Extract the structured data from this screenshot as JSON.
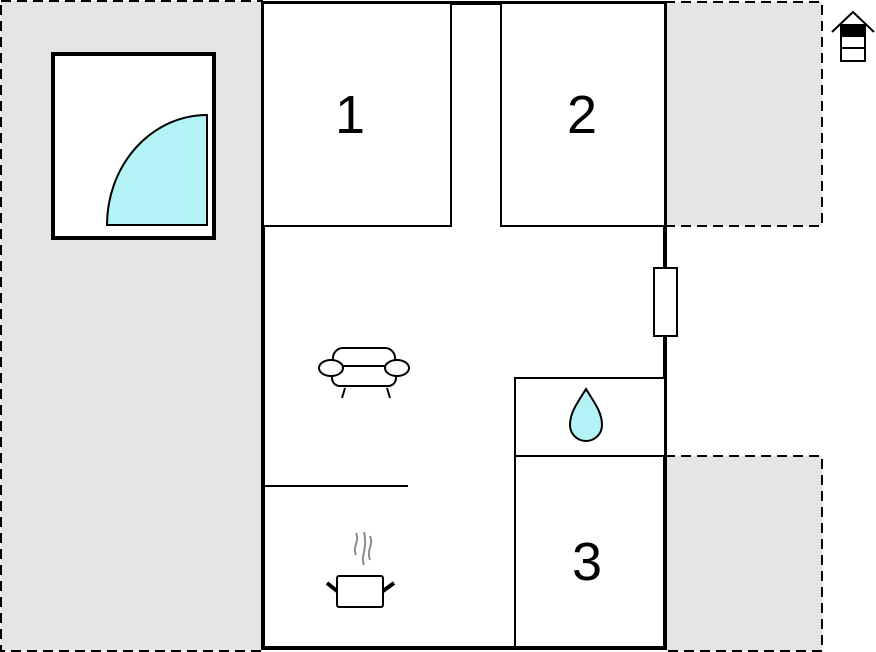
{
  "rooms": {
    "room1": "1",
    "room2": "2",
    "room3": "3"
  },
  "colors": {
    "terrace": "#e5e5e5",
    "water": "#b3f2f5",
    "line": "#000000",
    "steam": "#8c8c8c"
  },
  "icons": [
    "living-room-sofa-icon",
    "kitchen-pot-icon",
    "bathroom-water-drop-icon",
    "shower-icon",
    "house-floor-icon"
  ]
}
